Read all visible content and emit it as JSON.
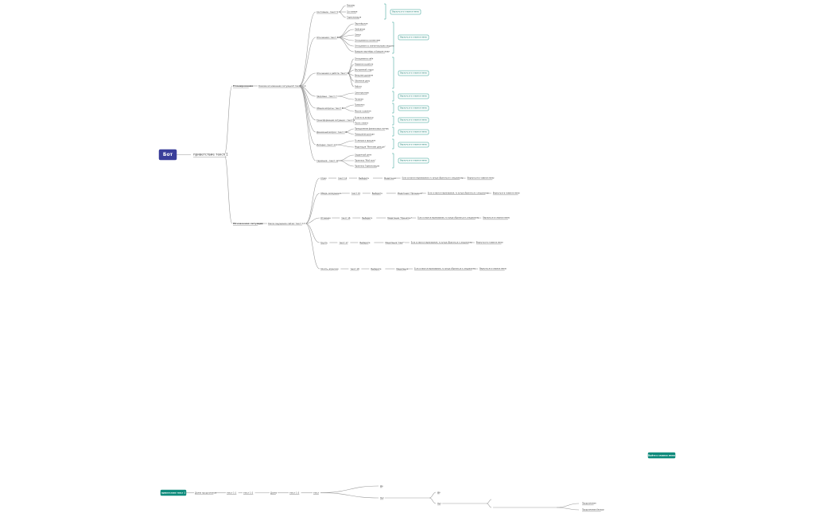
{
  "colors": {
    "root_bg": "#3a3f9a",
    "root_text": "#ffffff",
    "line": "#9a9a9a",
    "text": "#444444",
    "teal": "#0f8b7c",
    "teal_border": "#2a9d8f",
    "return_text": "#1a7f72"
  },
  "root": {
    "label": "Бот"
  },
  "greeting": {
    "label": "приветствие текст 1"
  },
  "branches": {
    "pending": {
      "label": "Планирование",
      "question": "Какова мгновенная ситуация? текст 2-4",
      "return_label": "Вернуться в главное меню",
      "subtopics": [
        {
          "label": "Состояние : текст 5",
          "items": [
            "Режимы",
            "Состояние",
            "Гармонизация"
          ]
        },
        {
          "label": "Отношения: текст 6",
          "items": [
            "Партнёрские",
            "Любовные",
            "Семья",
            "Отношения в коллективе",
            "Отношения со значительными людьми",
            "Бывшие партнёры и бывшие люди"
          ]
        },
        {
          "label": "Отношения к работе: Текст 6",
          "items": [
            "Отношения в себе",
            "Развитие в работе",
            "Внутренний отдых",
            "Внешнее дыхание",
            "Обучение делу",
            "Работа"
          ]
        },
        {
          "label": "Здоровье : текст 7",
          "items": [
            "Самочувствие",
            "Питание"
          ]
        },
        {
          "label": "Общие вопросы: текст 8",
          "items": [
            "Тревожно",
            "Мысли о разном"
          ]
        },
        {
          "label": "Трансформация ситуации : текст 9",
          "items": [
            "Если есть вопросы",
            "Поиск ответа"
          ]
        },
        {
          "label": "Денежный вопрос: текст 10",
          "items": [
            "Преодоление финансовых потерь",
            "Повышение дохода"
          ]
        },
        {
          "label": "Интерес: текст 11",
          "items": [
            "Я смотрю в прошлое",
            "Медитация \"Мечтаем дальше\""
          ]
        },
        {
          "label": "Гармония : текст 12",
          "items": [
            "Сердечный ритм",
            "Практика \"Мой путь\"",
            "Практика Гармонизации"
          ]
        }
      ]
    },
    "situation": {
      "label": "Мгновенная ситуация",
      "question": "Какое ощущение сейчас текст 13",
      "return_label": "Вернуться в главное меню",
      "rows": [
        {
          "label": "Страх",
          "text": "текст 14",
          "step": "Выберите",
          "step2": "Медитация",
          "end": "Если остаются переживания, то лучше обратиться к специалисту"
        },
        {
          "label": "Обида, возмущение",
          "text": "текст 15",
          "step": "Выберите",
          "step2": "Медитация \"Прощение\"",
          "end": "Если остаются переживания, то лучше обратиться к специалисту"
        },
        {
          "label": "Отчаяние",
          "text": "текст 16",
          "step": "Выберите",
          "step2": "Медитация \"Принятие\"",
          "end": "Если остаются переживания, то лучше обратиться к специалисту"
        },
        {
          "label": "Грусть",
          "text": "текст 17",
          "step": "Выберите",
          "step2": "Медитация \"Свет\"",
          "end": "Если остаются переживания, то лучше обратиться к специалисту"
        },
        {
          "label": "Злость, агрессия",
          "text": "текст 18",
          "step": "Выберите",
          "step2": "Медитация",
          "end": "Если остаются переживания, то лучше обратиться к специалисту"
        }
      ]
    }
  },
  "standalone_return": {
    "label": "Выйти в главное меню"
  },
  "bottom_flow": {
    "start": "приветствие текст 1",
    "steps": [
      "Далее продолжение",
      "текст 1-1",
      "текст 1-2",
      "Далее",
      "текст 1-3",
      "текст"
    ],
    "forks": [
      "Да",
      "Нет"
    ],
    "forks2": [
      "Да",
      "Нет"
    ],
    "end_items": [
      "Продолжение",
      "Продолжение беседы"
    ]
  }
}
